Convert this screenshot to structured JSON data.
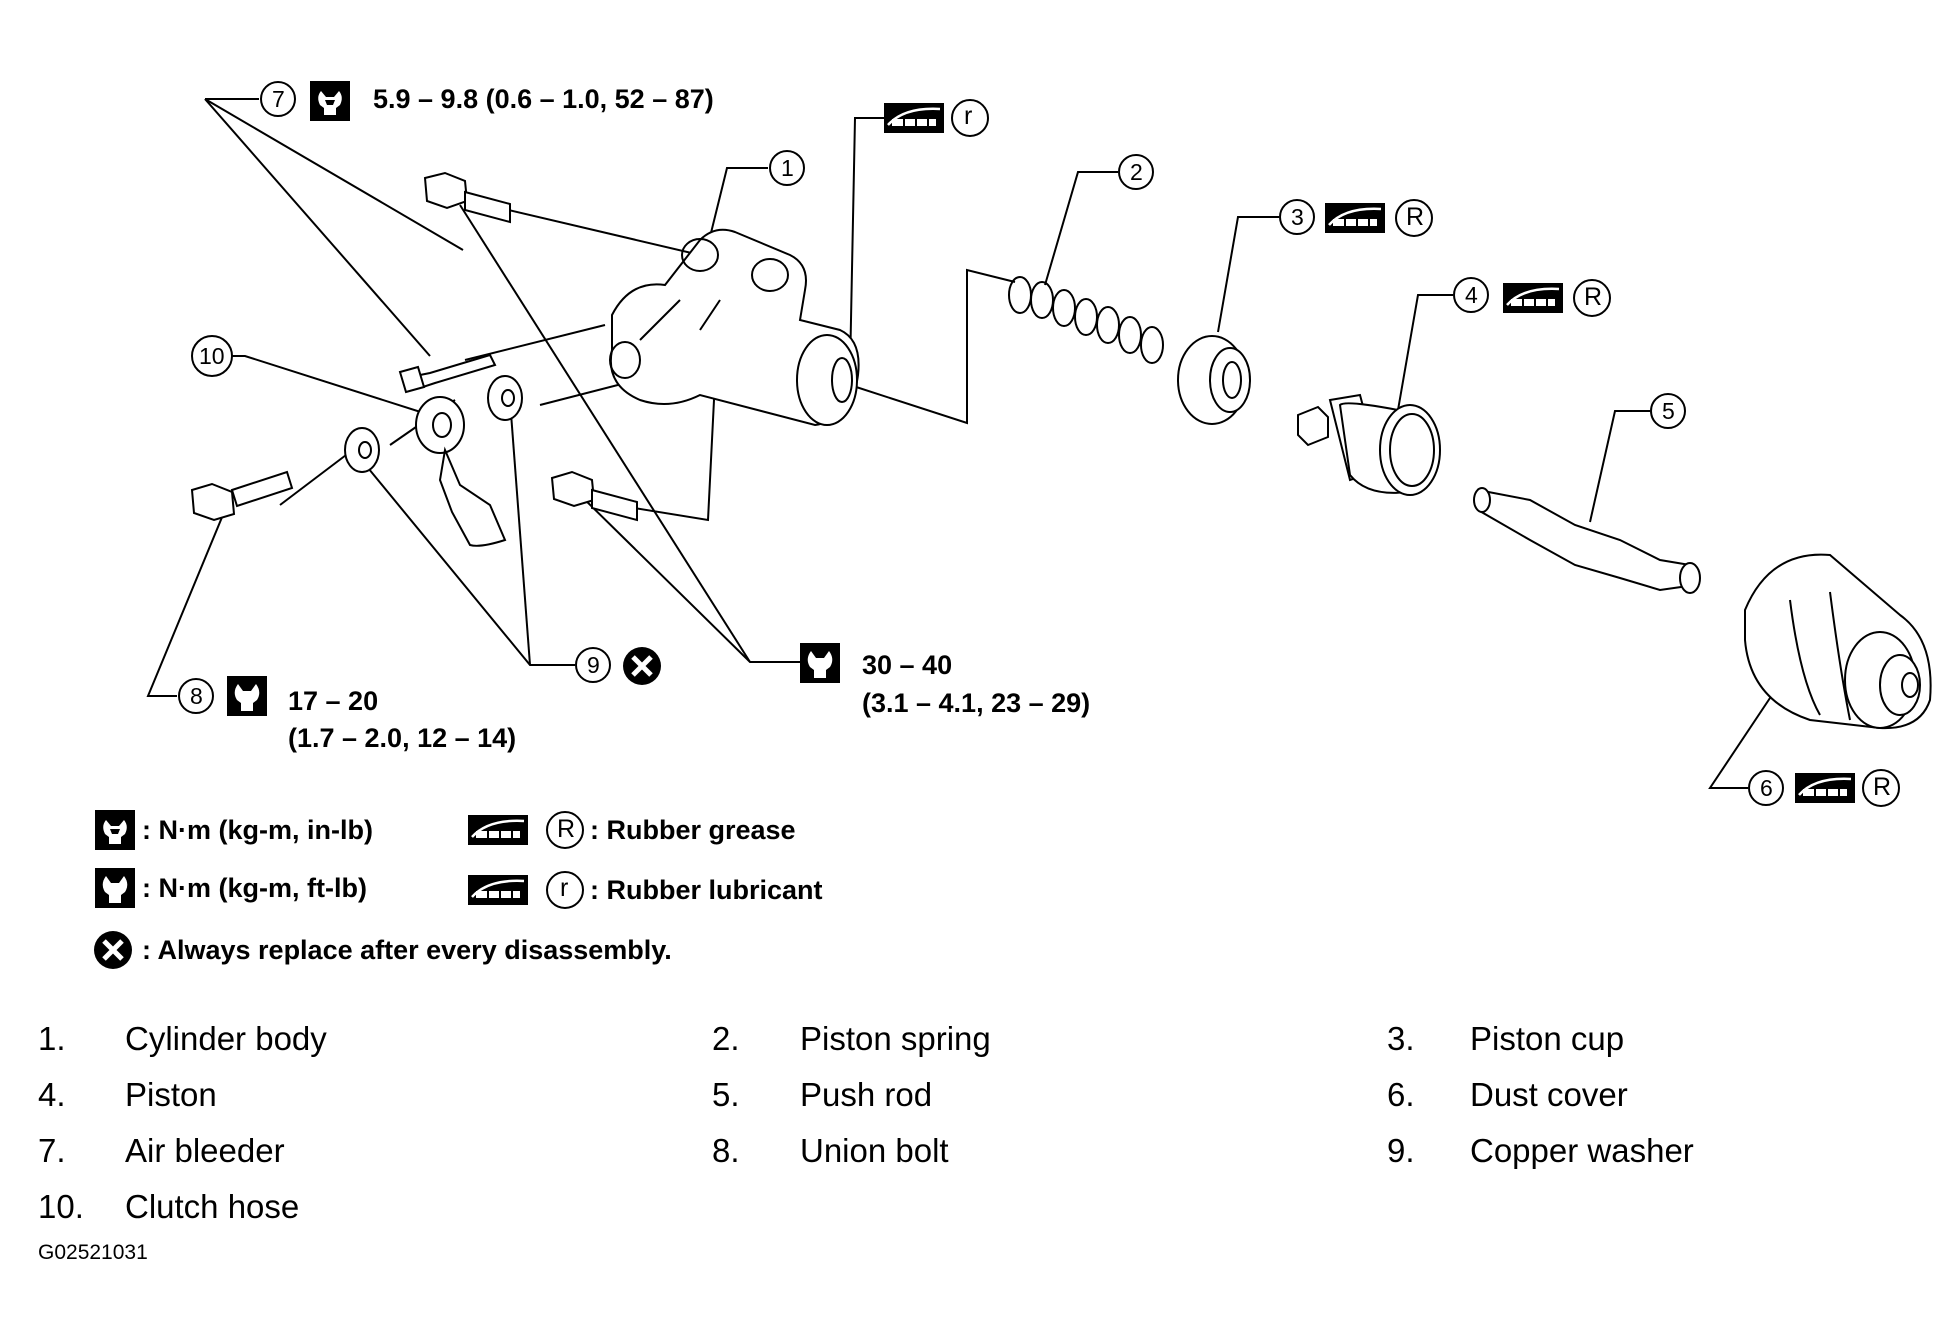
{
  "callouts": [
    {
      "num": "1"
    },
    {
      "num": "2"
    },
    {
      "num": "3"
    },
    {
      "num": "4"
    },
    {
      "num": "5"
    },
    {
      "num": "6"
    },
    {
      "num": "7"
    },
    {
      "num": "8"
    },
    {
      "num": "9"
    },
    {
      "num": "10"
    }
  ],
  "torque": {
    "air_bleeder": "5.9 – 9.8 (0.6 – 1.0, 52 – 87)",
    "union_bolt_line1": "17 – 20",
    "union_bolt_line2": "(1.7 – 2.0, 12 – 14)",
    "body_bolts_line1": "30 – 40",
    "body_bolts_line2": "(3.1 – 4.1, 23 – 29)"
  },
  "symbols": {
    "rubber_grease": "R",
    "rubber_lubricant": "r"
  },
  "legend": {
    "torque_in_lb": ": N·m (kg-m, in-lb)",
    "torque_ft_lb": ": N·m (kg-m, ft-lb)",
    "rubber_grease": ": Rubber grease",
    "rubber_lubricant": ": Rubber lubricant",
    "always_replace": ": Always replace after every disassembly."
  },
  "parts": [
    {
      "num": "1.",
      "name": "Cylinder body"
    },
    {
      "num": "2.",
      "name": "Piston spring"
    },
    {
      "num": "3.",
      "name": "Piston cup"
    },
    {
      "num": "4.",
      "name": "Piston"
    },
    {
      "num": "5.",
      "name": "Push rod"
    },
    {
      "num": "6.",
      "name": "Dust cover"
    },
    {
      "num": "7.",
      "name": "Air bleeder"
    },
    {
      "num": "8.",
      "name": "Union bolt"
    },
    {
      "num": "9.",
      "name": "Copper washer"
    },
    {
      "num": "10.",
      "name": "Clutch hose"
    }
  ],
  "figure_code": "G02521031"
}
